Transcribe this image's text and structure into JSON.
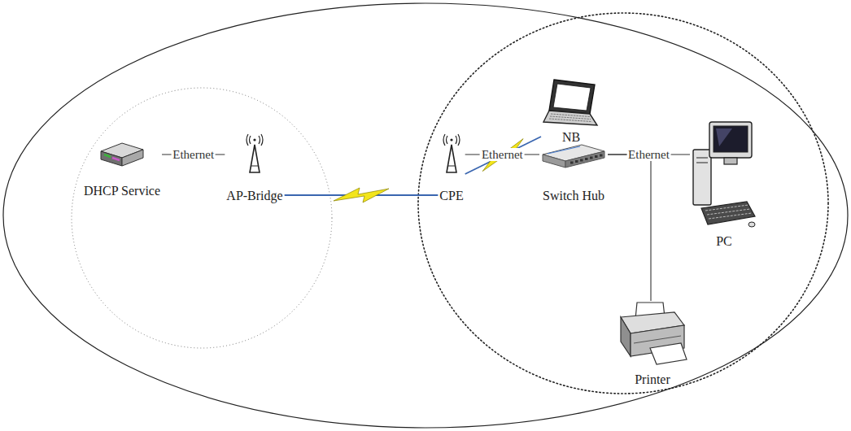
{
  "diagram": {
    "nodes": [
      {
        "text": [
          "DHCP Service"
        ]
      },
      {
        "text": [
          "AP-Bridge"
        ]
      },
      {
        "text": [
          "CPE"
        ]
      },
      {
        "text": [
          "Switch Hub"
        ]
      },
      {
        "text": [
          "PC"
        ]
      },
      {
        "text": [
          "Printer"
        ]
      },
      {
        "text": [
          "NB"
        ]
      }
    ],
    "edges": [
      {
        "from": 0,
        "to": 1,
        "label": "Ethernet",
        "arrow": "none"
      },
      {
        "from": 1,
        "to": 2,
        "arrow": "none"
      },
      {
        "from": 2,
        "to": 3,
        "label": "Ethernet",
        "arrow": "none"
      },
      {
        "from": 3,
        "to": 4,
        "label": "Ethernet",
        "arrow": "none"
      },
      {
        "from": 3,
        "to": 5,
        "arrow": "none"
      },
      {
        "from": 2,
        "to": 6,
        "arrow": "none"
      }
    ]
  }
}
